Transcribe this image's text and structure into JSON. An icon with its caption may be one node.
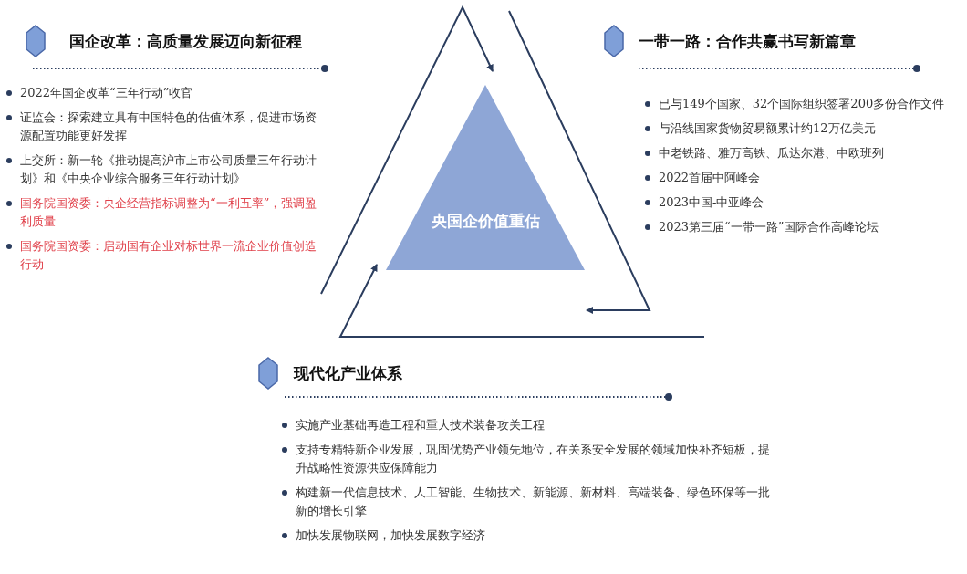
{
  "diagram": {
    "nodes": [
      {
        "text": [
          "央国企价值重估"
        ]
      }
    ],
    "labels": [
      "国企改革：高质量发展迈向新征程",
      "2022年国企改革“三年行动”收官",
      "证监会：探索建立具有中国特色的估值体系，促进市场资源配置功能更好发挥",
      "上交所：新一轮《推动提高沪市上市公司质量三年行动计划》和《中央企业综合服务三年行动计划》",
      "国务院国资委：央企经营指标调整为“一利五率”，强调盈利质量",
      "国务院国资委：启动国有企业对标世界一流企业价值创造行动",
      "一带一路：合作共赢书写新篇章",
      "已与149个国家、32个国际组织签署200多份合作文件",
      "与沿线国家货物贸易额累计约12万亿美元",
      "中老铁路、雅万高铁、瓜达尔港、中欧班列",
      "2022首届中阿峰会",
      "2023中国-中亚峰会",
      "2023第三届“一带一路”国际合作高峰论坛",
      "现代化产业体系",
      "实施产业基础再造工程和重大技术装备攻关工程",
      "支持专精特新企业发展，巩固优势产业领先地位，在关系安全发展的领域加快补齐短板，提升战略性资源供应保障能力",
      "构建新一代信息技术、人工智能、生物技术、新能源、新材料、高端装备、绿色环保等一批新的增长引擎",
      "加快发展物联网，加快发展数字经济"
    ]
  }
}
